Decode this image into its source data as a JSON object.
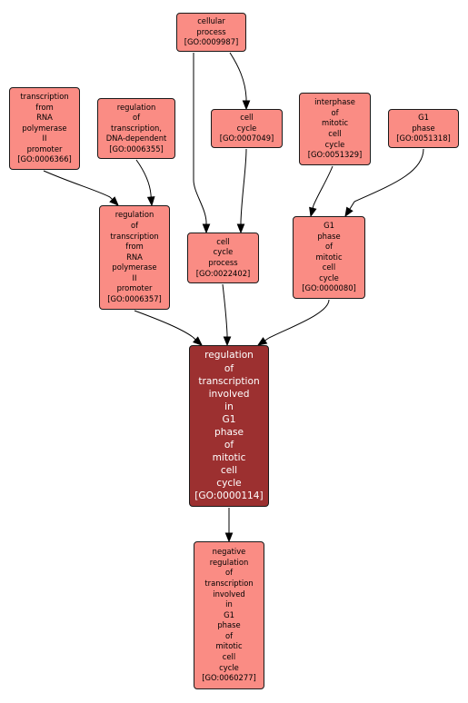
{
  "colors": {
    "node_fill": "#fa8c84",
    "focus_fill": "#9c3030",
    "node_border": "#1a1a1a",
    "edge": "#000000"
  },
  "nodes": {
    "cellular_process": {
      "lines": [
        "cellular",
        "process",
        "[GO:0009987]"
      ]
    },
    "transcription_rna_pol2_promoter": {
      "lines": [
        "transcription",
        "from",
        "RNA",
        "polymerase",
        "II",
        "promoter",
        "[GO:0006366]"
      ]
    },
    "regulation_transcription_dna": {
      "lines": [
        "regulation",
        "of",
        "transcription,",
        "DNA-dependent",
        "[GO:0006355]"
      ]
    },
    "cell_cycle": {
      "lines": [
        "cell",
        "cycle",
        "[GO:0007049]"
      ]
    },
    "interphase_mitotic": {
      "lines": [
        "interphase",
        "of",
        "mitotic",
        "cell",
        "cycle",
        "[GO:0051329]"
      ]
    },
    "g1_phase": {
      "lines": [
        "G1",
        "phase",
        "[GO:0051318]"
      ]
    },
    "regulation_transcription_rna_pol2": {
      "lines": [
        "regulation",
        "of",
        "transcription",
        "from",
        "RNA",
        "polymerase",
        "II",
        "promoter",
        "[GO:0006357]"
      ]
    },
    "cell_cycle_process": {
      "lines": [
        "cell",
        "cycle",
        "process",
        "[GO:0022402]"
      ]
    },
    "g1_phase_mitotic": {
      "lines": [
        "G1",
        "phase",
        "of",
        "mitotic",
        "cell",
        "cycle",
        "[GO:0000080]"
      ]
    },
    "regulation_g1_transcription": {
      "lines": [
        "regulation",
        "of",
        "transcription",
        "involved",
        "in",
        "G1",
        "phase",
        "of",
        "mitotic",
        "cell",
        "cycle",
        "[GO:0000114]"
      ]
    },
    "negative_regulation": {
      "lines": [
        "negative",
        "regulation",
        "of",
        "transcription",
        "involved",
        "in",
        "G1",
        "phase",
        "of",
        "mitotic",
        "cell",
        "cycle",
        "[GO:0060277]"
      ]
    }
  }
}
